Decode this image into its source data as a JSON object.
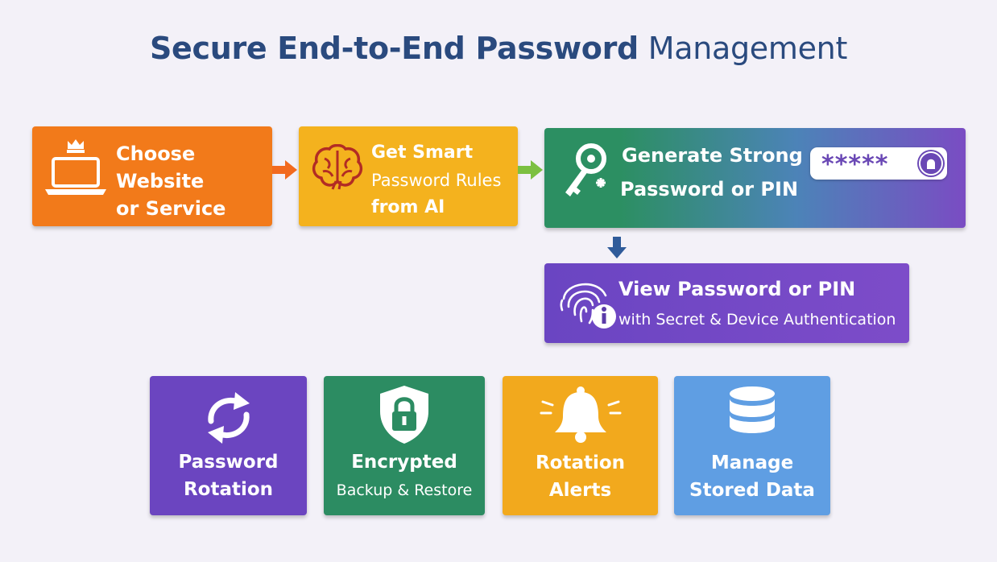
{
  "title": {
    "bold": "Secure End-to-End Password",
    "light": "Management"
  },
  "flow": {
    "choose": {
      "lines": [
        "Choose",
        "Website",
        "or Service"
      ],
      "icon": "laptop-crown-icon",
      "color": "#f27a1a"
    },
    "rules": {
      "lines": [
        "Get Smart",
        "Password Rules",
        "from AI"
      ],
      "icon": "brain-icon",
      "color": "#f4b21e"
    },
    "generate": {
      "lines": [
        "Generate Strong",
        "Password or PIN"
      ],
      "masked": "*****",
      "icon": "key-icon"
    },
    "view": {
      "lines": [
        "View Password or PIN",
        "with Secret & Device Authentication"
      ],
      "icon": "fingerprint-icon"
    }
  },
  "features": [
    {
      "lines": [
        "Password",
        "Rotation"
      ],
      "icon": "rotate-icon",
      "color": "#6b45c0"
    },
    {
      "lines": [
        "Encrypted",
        "Backup & Restore"
      ],
      "icon": "shield-lock-icon",
      "color": "#2c8c62"
    },
    {
      "lines": [
        "Rotation",
        "Alerts"
      ],
      "icon": "bell-icon",
      "color": "#f2a91d"
    },
    {
      "lines": [
        "Manage",
        "Stored Data"
      ],
      "icon": "database-icon",
      "color": "#5f9ee3"
    }
  ]
}
